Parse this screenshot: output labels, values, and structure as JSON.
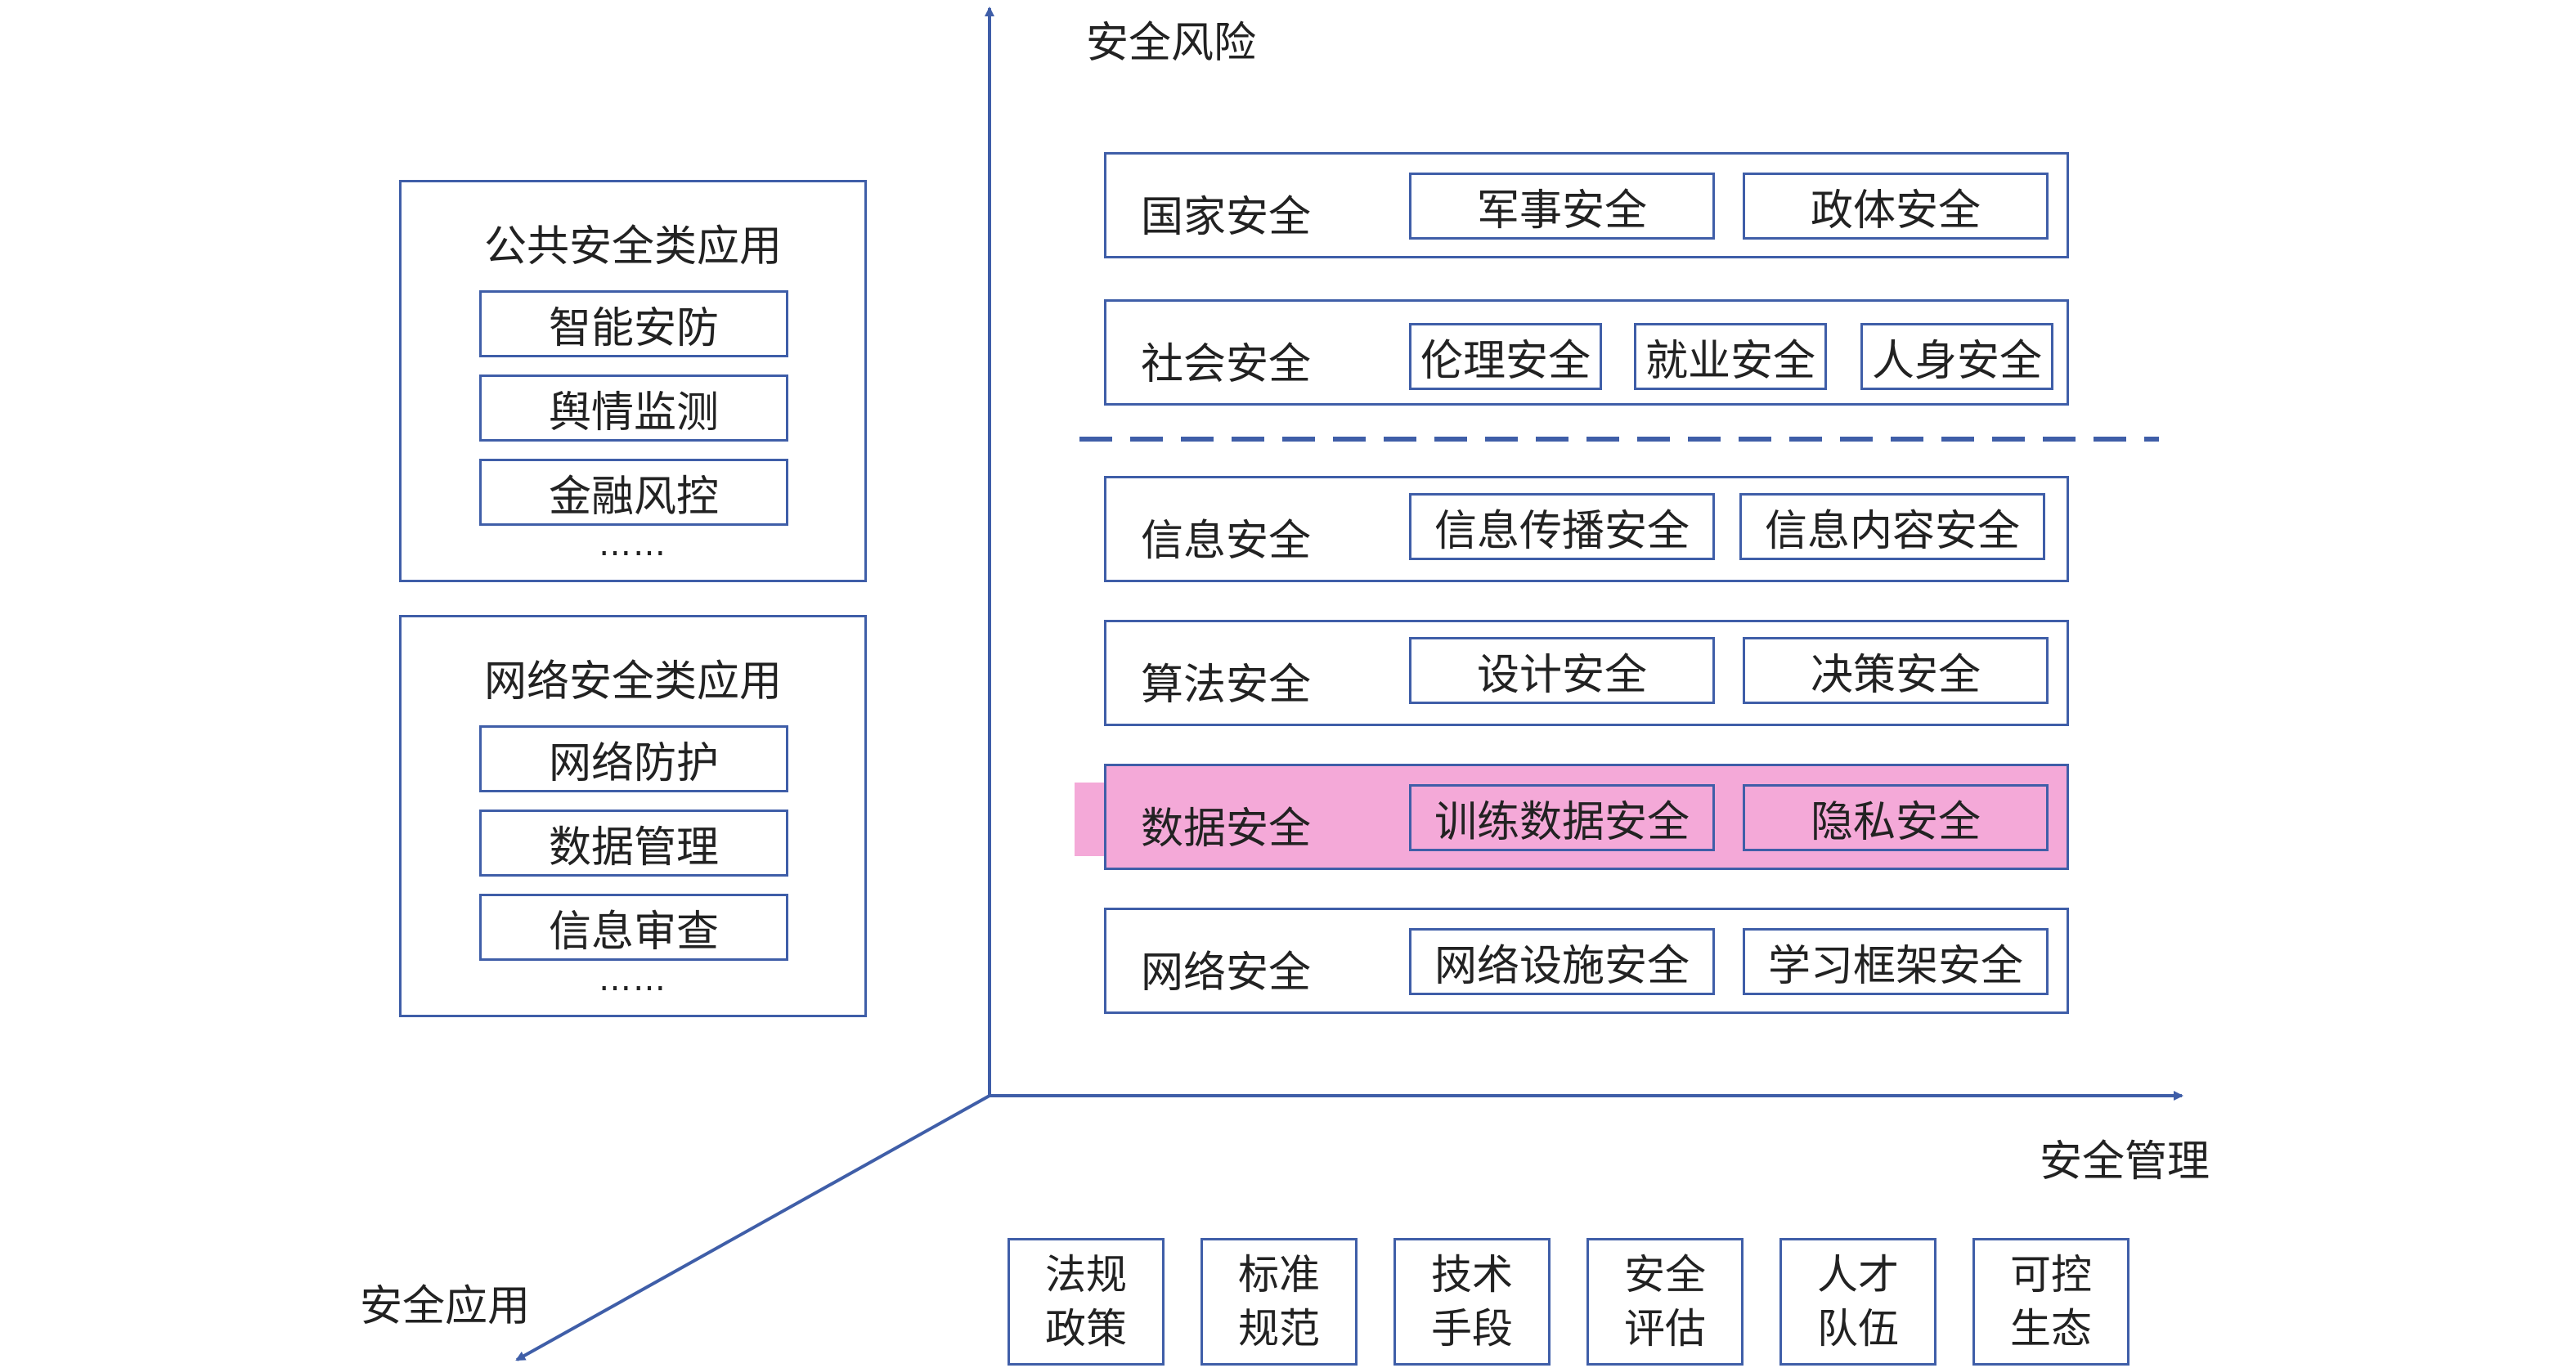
{
  "axes": {
    "risk": "安全风险",
    "management": "安全管理",
    "application": "安全应用"
  },
  "app_panels": [
    {
      "title": "公共安全类应用",
      "items": [
        "智能安防",
        "舆情监测",
        "金融风控"
      ],
      "ellipsis": "……"
    },
    {
      "title": "网络安全类应用",
      "items": [
        "网络防护",
        "数据管理",
        "信息审查"
      ],
      "ellipsis": "……"
    }
  ],
  "risk_rows": [
    {
      "label": "国家安全",
      "items": [
        "军事安全",
        "政体安全"
      ]
    },
    {
      "label": "社会安全",
      "items": [
        "伦理安全",
        "就业安全",
        "人身安全"
      ]
    },
    {
      "label": "信息安全",
      "items": [
        "信息传播安全",
        "信息内容安全"
      ]
    },
    {
      "label": "算法安全",
      "items": [
        "设计安全",
        "决策安全"
      ]
    },
    {
      "label": "数据安全",
      "items": [
        "训练数据安全",
        "隐私安全"
      ],
      "highlight": true
    },
    {
      "label": "网络安全",
      "items": [
        "网络设施安全",
        "学习框架安全"
      ]
    }
  ],
  "management": [
    {
      "line1": "法规",
      "line2": "政策"
    },
    {
      "line1": "标准",
      "line2": "规范"
    },
    {
      "line1": "技术",
      "line2": "手段"
    },
    {
      "line1": "安全",
      "line2": "评估"
    },
    {
      "line1": "人才",
      "line2": "队伍"
    },
    {
      "line1": "可控",
      "line2": "生态"
    }
  ],
  "colors": {
    "line": "#3f5ea8",
    "highlight": "#f4a9d8"
  }
}
